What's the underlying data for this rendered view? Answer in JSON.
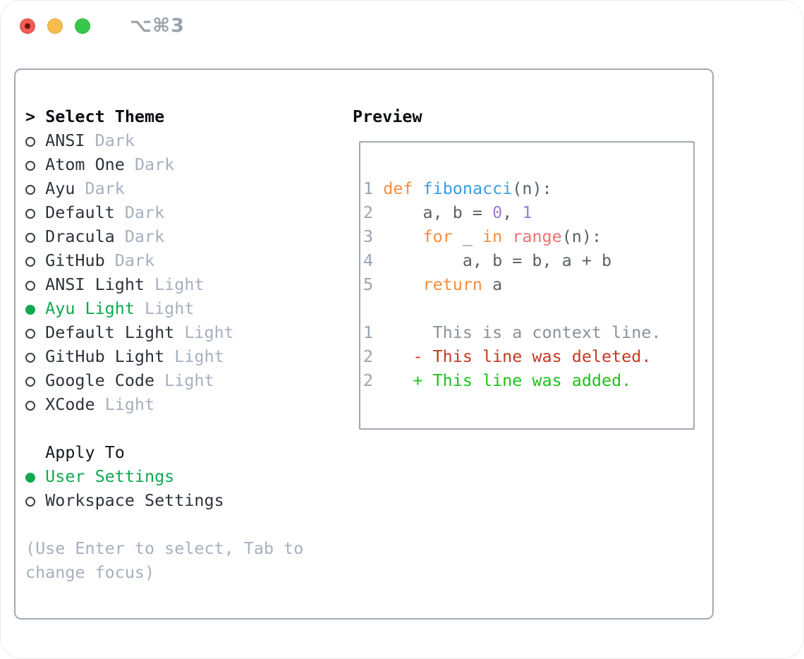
{
  "window": {
    "title": "⌥⌘3",
    "traffic_lights": [
      "close",
      "minimize",
      "zoom"
    ]
  },
  "markers": {
    "cursor": ">",
    "radio_unselected": "○",
    "radio_selected": "●"
  },
  "theme_selector": {
    "header": "Select Theme",
    "items": [
      {
        "name": "ANSI",
        "variant": "Dark",
        "selected": false
      },
      {
        "name": "Atom One",
        "variant": "Dark",
        "selected": false
      },
      {
        "name": "Ayu",
        "variant": "Dark",
        "selected": false
      },
      {
        "name": "Default",
        "variant": "Dark",
        "selected": false
      },
      {
        "name": "Dracula",
        "variant": "Dark",
        "selected": false
      },
      {
        "name": "GitHub",
        "variant": "Dark",
        "selected": false
      },
      {
        "name": "ANSI Light",
        "variant": "Light",
        "selected": false
      },
      {
        "name": "Ayu Light",
        "variant": "Light",
        "selected": true
      },
      {
        "name": "Default Light",
        "variant": "Light",
        "selected": false
      },
      {
        "name": "GitHub Light",
        "variant": "Light",
        "selected": false
      },
      {
        "name": "Google Code",
        "variant": "Light",
        "selected": false
      },
      {
        "name": "XCode",
        "variant": "Light",
        "selected": false
      }
    ]
  },
  "apply_to": {
    "header": "Apply To",
    "options": [
      {
        "label": "User Settings",
        "selected": true
      },
      {
        "label": "Workspace Settings",
        "selected": false
      }
    ]
  },
  "hint_lines": [
    "(Use Enter to select, Tab to",
    "change focus)"
  ],
  "preview": {
    "header": "Preview",
    "lines": [
      {
        "type": "code",
        "segments": [
          [
            "num",
            "1"
          ],
          [
            "pl",
            " "
          ],
          [
            "kw",
            "def"
          ],
          [
            "pl",
            " "
          ],
          [
            "fn",
            "fibonacci"
          ],
          [
            "pl",
            "(n):"
          ]
        ]
      },
      {
        "type": "code",
        "segments": [
          [
            "num",
            "2"
          ],
          [
            "pl",
            "     a, b = "
          ],
          [
            "cn",
            "0"
          ],
          [
            "pl",
            ", "
          ],
          [
            "cn",
            "1"
          ]
        ]
      },
      {
        "type": "code",
        "segments": [
          [
            "num",
            "3"
          ],
          [
            "pl",
            "     "
          ],
          [
            "kw",
            "for"
          ],
          [
            "pl",
            " _ "
          ],
          [
            "kw",
            "in"
          ],
          [
            "pl",
            " "
          ],
          [
            "sp",
            "range"
          ],
          [
            "pl",
            "(n):"
          ]
        ]
      },
      {
        "type": "code",
        "segments": [
          [
            "num",
            "4"
          ],
          [
            "pl",
            "         a, b = b, a + b"
          ]
        ]
      },
      {
        "type": "code",
        "segments": [
          [
            "num",
            "5"
          ],
          [
            "pl",
            "     "
          ],
          [
            "kw",
            "return"
          ],
          [
            "pl",
            " a"
          ]
        ]
      },
      {
        "type": "blank",
        "segments": []
      },
      {
        "type": "diff-context",
        "segments": [
          [
            "num",
            "1"
          ],
          [
            "ctx",
            "      This is a context line."
          ]
        ]
      },
      {
        "type": "diff-deleted",
        "segments": [
          [
            "num",
            "2"
          ],
          [
            "del",
            "    - This line was deleted."
          ]
        ]
      },
      {
        "type": "diff-added",
        "segments": [
          [
            "num",
            "2"
          ],
          [
            "add",
            "    + This line was added."
          ]
        ]
      }
    ]
  },
  "colors": {
    "accent_green": "#0fa950",
    "diff_added": "#1dc21d",
    "diff_removed": "#c43a21",
    "syntax_keyword": "#fa8d3e",
    "syntax_function": "#399ee6",
    "syntax_constant": "#a37acc",
    "syntax_special": "#f07171",
    "code_foreground": "#5c6166",
    "line_number": "#98a4b3",
    "context_line": "#8a9199",
    "muted_tag": "#a6b0bd",
    "text": "#2e333b",
    "panel_border": "#a0a9b4",
    "traffic_red": "#f25c54",
    "traffic_yellow": "#f6bd4e",
    "traffic_green": "#36c84b"
  }
}
